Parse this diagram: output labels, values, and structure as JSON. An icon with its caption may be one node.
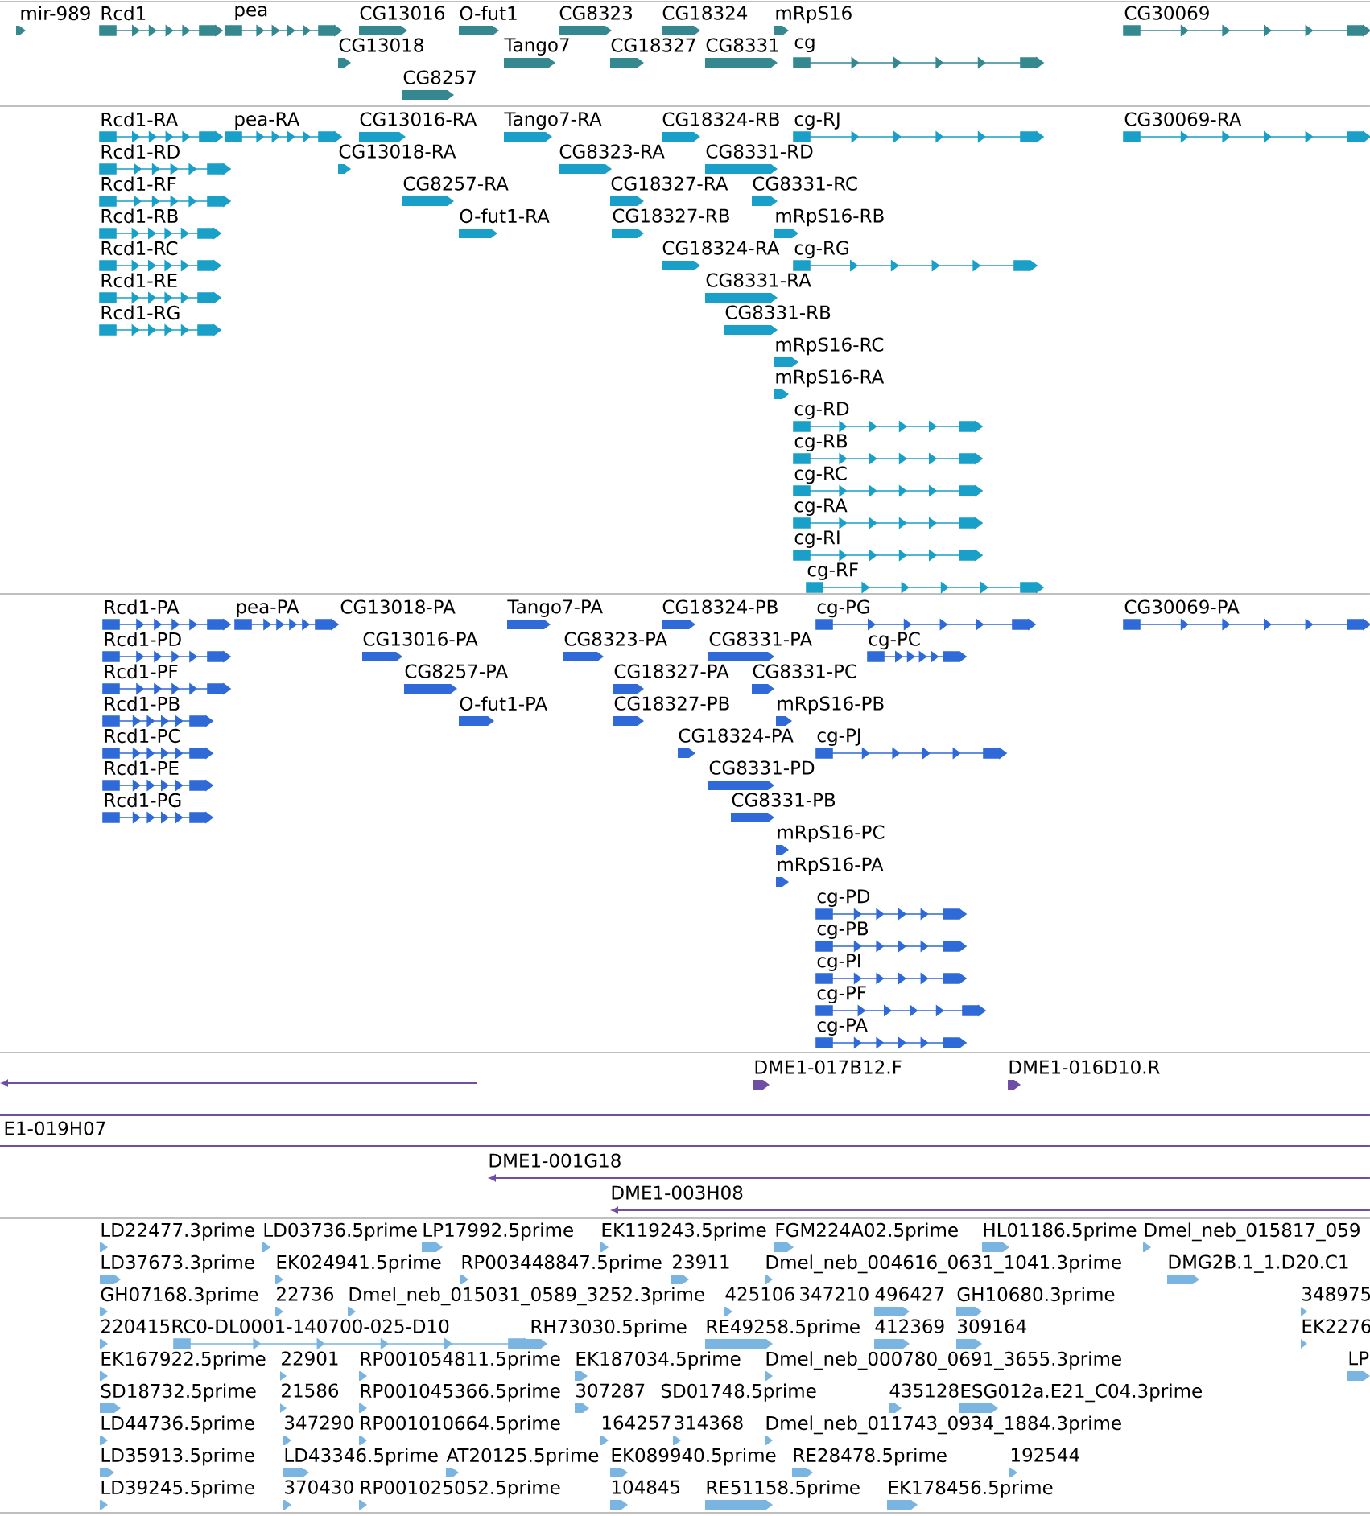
{
  "diagram": {
    "labels": [
      "mir-989",
      "Rcd1",
      "pea",
      "CG13016",
      "O-fut1",
      "CG8323",
      "CG18324",
      "mRpS16",
      "CG30069",
      "CG13018",
      "Tango7",
      "CG18327",
      "CG8331",
      "cg",
      "CG8257",
      "Rcd1-RA",
      "pea-RA",
      "CG13016-RA",
      "Tango7-RA",
      "CG18324-RB",
      "cg-RJ",
      "CG30069-RA",
      "Rcd1-RD",
      "CG13018-RA",
      "CG8323-RA",
      "CG8331-RD",
      "Rcd1-RF",
      "CG8257-RA",
      "CG18327-RA",
      "CG8331-RC",
      "Rcd1-RB",
      "O-fut1-RA",
      "CG18327-RB",
      "mRpS16-RB",
      "Rcd1-RC",
      "CG18324-RA",
      "cg-RG",
      "Rcd1-RE",
      "CG8331-RA",
      "Rcd1-RG",
      "CG8331-RB",
      "mRpS16-RC",
      "mRpS16-RA",
      "cg-RD",
      "cg-RB",
      "cg-RC",
      "cg-RA",
      "cg-RI",
      "cg-RF",
      "Rcd1-PA",
      "pea-PA",
      "CG13018-PA",
      "Tango7-PA",
      "CG18324-PB",
      "cg-PG",
      "CG30069-PA",
      "Rcd1-PD",
      "CG13016-PA",
      "CG8323-PA",
      "CG8331-PA",
      "cg-PC",
      "Rcd1-PF",
      "CG8257-PA",
      "CG18327-PA",
      "CG8331-PC",
      "Rcd1-PB",
      "O-fut1-PA",
      "CG18327-PB",
      "mRpS16-PB",
      "Rcd1-PC",
      "CG18324-PA",
      "cg-PJ",
      "Rcd1-PE",
      "CG8331-PD",
      "Rcd1-PG",
      "CG8331-PB",
      "mRpS16-PC",
      "mRpS16-PA",
      "cg-PD",
      "cg-PB",
      "cg-PI",
      "cg-PF",
      "cg-PA",
      "DME1-017B12.F",
      "DME1-016D10.R",
      "E1-019H07",
      "DME1-001G18",
      "DME1-003H08",
      "LD22477.3prime",
      "LD03736.5prime",
      "LP17992.5prime",
      "EK119243.5prime",
      "FGM224A02.5prime",
      "HL01186.5prime",
      "Dmel_neb_015817_059",
      "LD37673.3prime",
      "EK024941.5prime",
      "RP003448847.5prime",
      "23911",
      "Dmel_neb_004616_0631_1041.3prime",
      "DMG2B.1_1.D20.C1",
      "GH07168.3prime",
      "22736",
      "Dmel_neb_015031_0589_3252.3prime",
      "425106",
      "347210",
      "496427",
      "GH10680.3prime",
      "348975",
      "220415",
      "RC0-DL0001-140700-025-D10",
      "RH73030.5prime",
      "RE49258.5prime",
      "412369",
      "309164",
      "EK2276",
      "EK167922.5prime",
      "22901",
      "RP001054811.5prime",
      "EK187034.5prime",
      "Dmel_neb_000780_0691_3655.3prime",
      "LP",
      "SD18732.5prime",
      "21586",
      "RP001045366.5prime",
      "307287",
      "SD01748.5prime",
      "435128",
      "ESG012a.E21_C04.3prime",
      "LD44736.5prime",
      "347290",
      "RP001010664.5prime",
      "164257",
      "314368",
      "Dmel_neb_011743_0934_1884.3prime",
      "LD35913.5prime",
      "LD43346.5prime",
      "AT20125.5prime",
      "EK089940.5prime",
      "RE28478.5prime",
      "192544",
      "LD39245.5prime",
      "370430",
      "RP001025052.5prime",
      "104845",
      "RE51158.5prime",
      "EK178456.5prime"
    ]
  }
}
